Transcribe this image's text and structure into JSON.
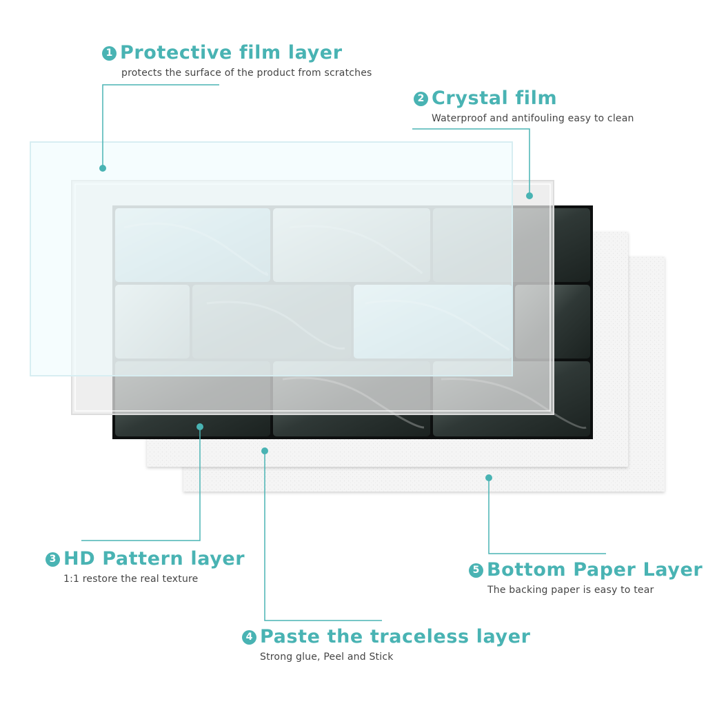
{
  "accent_color": "#49b3b3",
  "layers": [
    {
      "number": "1",
      "title": "Protective film layer",
      "description": "protects the surface of the product from scratches"
    },
    {
      "number": "2",
      "title": "Crystal film",
      "description": "Waterproof and antifouling easy to clean"
    },
    {
      "number": "3",
      "title": "HD Pattern layer",
      "description": "1:1 restore the real texture"
    },
    {
      "number": "4",
      "title": "Paste the traceless layer",
      "description": "Strong glue, Peel and Stick"
    },
    {
      "number": "5",
      "title": "Bottom Paper Layer",
      "description": "The backing paper is easy to tear"
    }
  ]
}
